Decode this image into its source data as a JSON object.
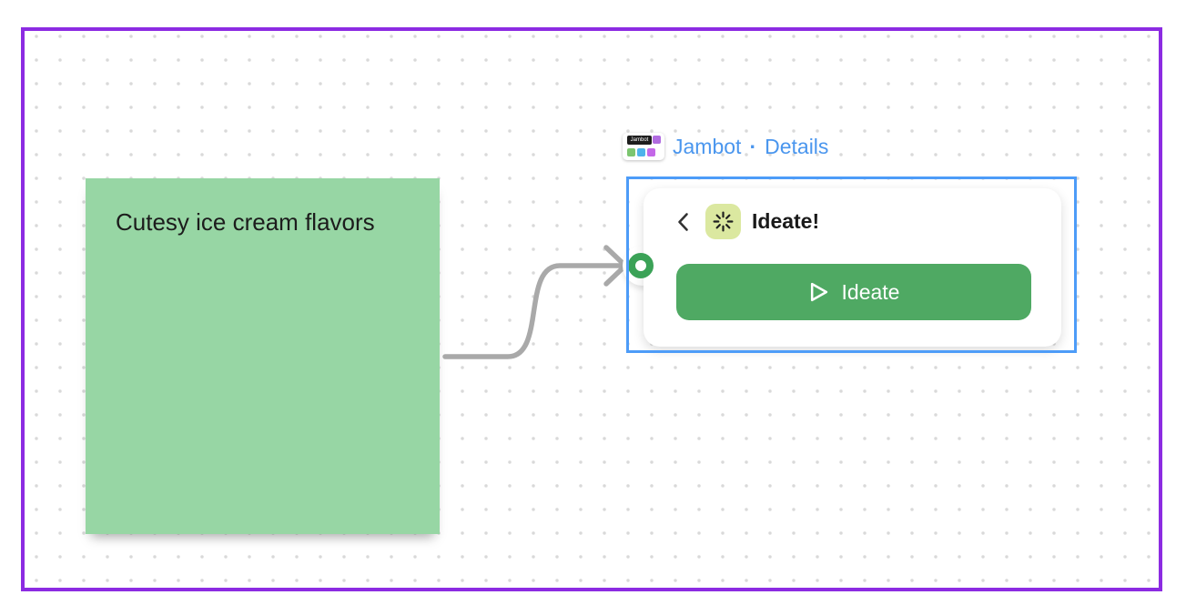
{
  "frame": {
    "border_color": "#8c2be2"
  },
  "canvas": {
    "background_color": "#ffffff",
    "dot_color": "#d9d9d9"
  },
  "sticky_note": {
    "text": "Cutesy ice cream flavors",
    "fill_color": "#97d6a4"
  },
  "connector": {
    "line_color": "#a9a9a9",
    "port_color": "#3ba257"
  },
  "jambot_toolbar": {
    "logo_text": "Jambot",
    "app_name": "Jambot",
    "separator": "·",
    "details_label": "Details",
    "link_color": "#4a96ee"
  },
  "widget": {
    "selection_color": "#4d9cf8",
    "title": "Ideate!",
    "title_icon": "burst-icon",
    "title_icon_bg": "#dbe8a0",
    "back_icon": "chevron-left-icon",
    "run_button": {
      "label": "Ideate",
      "fill_color": "#4fa963",
      "text_color": "#ffffff",
      "icon": "play-outline-icon"
    }
  }
}
